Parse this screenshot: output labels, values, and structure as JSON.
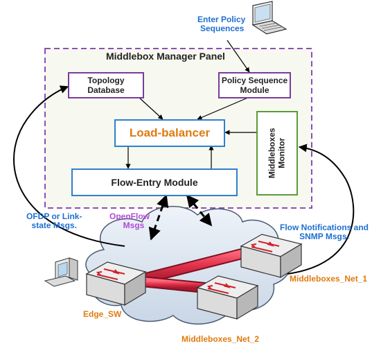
{
  "laptop_label": [
    "Enter Policy",
    "Sequences"
  ],
  "panel": {
    "title": "Middlebox Manager Panel"
  },
  "modules": {
    "topology": [
      "Topology",
      "Database"
    ],
    "policy": [
      "Policy Sequence",
      "Module"
    ],
    "load_balancer": "Load-balancer",
    "flow_entry": "Flow-Entry Module",
    "monitor": [
      "Middleboxes",
      "Monitor"
    ]
  },
  "annotations": {
    "ofdp": [
      "OFDP or Link-",
      "state Msgs."
    ],
    "openflow": [
      "OpenFlow",
      "Msgs"
    ],
    "flow_notifications": [
      "Flow Notifications and",
      "SNMP Msgs."
    ]
  },
  "switch_labels": {
    "edge": "Edge_SW",
    "net1": "Middleboxes_Net_1",
    "net2": "Middleboxes_Net_2"
  },
  "colors": {
    "panel_border": "#8a4fb8",
    "topology_border": "#7a3a9e",
    "load_balancer_text": "#e07a10",
    "load_balancer_border": "#2e7fd0",
    "monitor_border": "#5a9a3a",
    "blue_text": "#1f6fd1",
    "orange_text": "#e07a10",
    "purple_text": "#b04ad6",
    "tube": "#e0304a"
  }
}
